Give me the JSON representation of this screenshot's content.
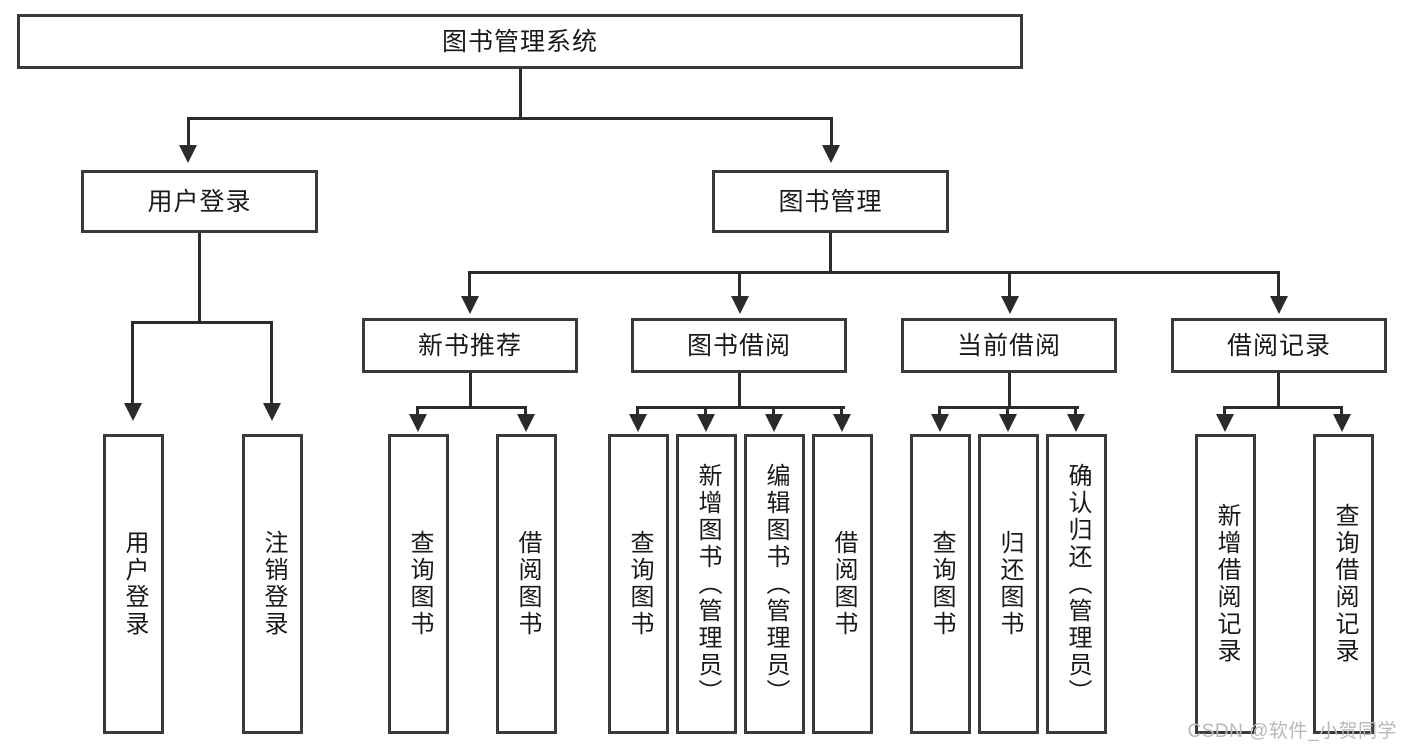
{
  "diagram": {
    "title": "图书管理系统",
    "type": "tree-hierarchy-diagram",
    "watermark": "CSDN @软件_小贺同学",
    "colors": {
      "box_border": "#3a3a3a",
      "box_fill": "#ffffff",
      "connector": "#2b2b2b",
      "text": "#1a1a1a",
      "watermark": "#b9b9b9",
      "background": "#ffffff"
    },
    "root": {
      "label": "图书管理系统"
    },
    "level2": [
      {
        "id": "user-login",
        "label": "用户登录"
      },
      {
        "id": "book-manage",
        "label": "图书管理"
      }
    ],
    "level3": [
      {
        "id": "new-book-rec",
        "label": "新书推荐",
        "parent": "book-manage"
      },
      {
        "id": "book-borrow",
        "label": "图书借阅",
        "parent": "book-manage"
      },
      {
        "id": "current-borrow",
        "label": "当前借阅",
        "parent": "book-manage"
      },
      {
        "id": "borrow-record",
        "label": "借阅记录",
        "parent": "book-manage"
      }
    ],
    "leaves": [
      {
        "id": "leaf-user-login",
        "label": "用户登录",
        "parent": "user-login"
      },
      {
        "id": "leaf-user-logout",
        "label": "注销登录",
        "parent": "user-login"
      },
      {
        "id": "leaf-query-book-1",
        "label": "查询图书",
        "parent": "new-book-rec"
      },
      {
        "id": "leaf-borrow-book-1",
        "label": "借阅图书",
        "parent": "new-book-rec"
      },
      {
        "id": "leaf-query-book-2",
        "label": "查询图书",
        "parent": "book-borrow"
      },
      {
        "id": "leaf-add-book",
        "label": "新增图书（管理员）",
        "parent": "book-borrow"
      },
      {
        "id": "leaf-edit-book",
        "label": "编辑图书（管理员）",
        "parent": "book-borrow"
      },
      {
        "id": "leaf-borrow-book-2",
        "label": "借阅图书",
        "parent": "book-borrow"
      },
      {
        "id": "leaf-query-book-3",
        "label": "查询图书",
        "parent": "current-borrow"
      },
      {
        "id": "leaf-return-book",
        "label": "归还图书",
        "parent": "current-borrow"
      },
      {
        "id": "leaf-confirm-return",
        "label": "确认归还（管理员）",
        "parent": "current-borrow"
      },
      {
        "id": "leaf-add-record",
        "label": "新增借阅记录",
        "parent": "borrow-record"
      },
      {
        "id": "leaf-query-record",
        "label": "查询借阅记录",
        "parent": "borrow-record"
      }
    ]
  }
}
